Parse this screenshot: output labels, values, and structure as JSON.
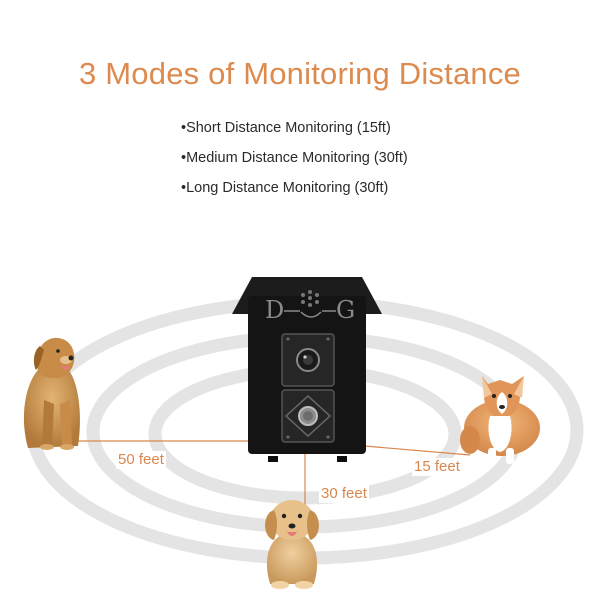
{
  "headline": "3 Modes of Monitoring Distance",
  "modes": [
    "•Short Distance Monitoring (15ft)",
    "•Medium Distance Monitoring (30ft)",
    "•Long Distance Monitoring (30ft)"
  ],
  "device": {
    "logo_letters": [
      "D",
      "G"
    ]
  },
  "distances": {
    "left": "50 feet",
    "bottom": "30 feet",
    "right": "15 feet"
  },
  "colors": {
    "accent": "#dd8a4f",
    "device_body": "#141414",
    "ring": "#e4e4e4"
  },
  "icons": [
    "microphone-grille-icon",
    "sensor-icon",
    "power-knob-icon"
  ]
}
